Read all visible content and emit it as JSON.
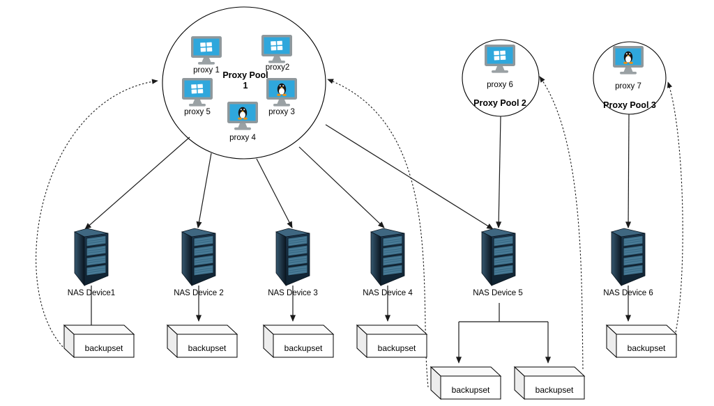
{
  "pools": [
    {
      "title": "Proxy Pool 1",
      "title_lines": [
        "Proxy Pool",
        "1"
      ],
      "proxies": [
        {
          "label": "proxy 1",
          "os": "windows"
        },
        {
          "label": "proxy2",
          "os": "windows"
        },
        {
          "label": "proxy 5",
          "os": "windows"
        },
        {
          "label": "proxy 3",
          "os": "linux"
        },
        {
          "label": "proxy 4",
          "os": "linux"
        }
      ]
    },
    {
      "title": "Proxy Pool 2",
      "proxies": [
        {
          "label": "proxy 6",
          "os": "windows"
        }
      ]
    },
    {
      "title": "Proxy Pool 3",
      "proxies": [
        {
          "label": "proxy 7",
          "os": "linux"
        }
      ]
    }
  ],
  "nas_devices": [
    {
      "label": "NAS Device1"
    },
    {
      "label": "NAS Device 2"
    },
    {
      "label": "NAS Device 3"
    },
    {
      "label": "NAS Device 4"
    },
    {
      "label": "NAS Device 5"
    },
    {
      "label": "NAS Device 6"
    }
  ],
  "backupsets": [
    {
      "label": "backupset",
      "attached_to": "NAS Device1"
    },
    {
      "label": "backupset",
      "attached_to": "NAS Device 2"
    },
    {
      "label": "backupset",
      "attached_to": "NAS Device 3"
    },
    {
      "label": "backupset",
      "attached_to": "NAS Device 4"
    },
    {
      "label": "backupset",
      "attached_to": "NAS Device 5"
    },
    {
      "label": "backupset",
      "attached_to": "NAS Device 5"
    },
    {
      "label": "backupset",
      "attached_to": "NAS Device 6"
    }
  ],
  "connections": {
    "solid_arrows": [
      "Proxy Pool 1 -> NAS Device1",
      "Proxy Pool 1 -> NAS Device 2",
      "Proxy Pool 1 -> NAS Device 3",
      "Proxy Pool 1 -> NAS Device 4",
      "Proxy Pool 1 -> NAS Device 5",
      "Proxy Pool 2 -> NAS Device 5",
      "Proxy Pool 3 -> NAS Device 6",
      "NAS Device1 -> backupset",
      "NAS Device 2 -> backupset",
      "NAS Device 3 -> backupset",
      "NAS Device 4 -> backupset",
      "NAS Device 5 -> backupset (left)",
      "NAS Device 5 -> backupset (right)",
      "NAS Device 6 -> backupset"
    ],
    "dashed_arrows": [
      "backupset (NAS Device1) -> Proxy Pool 1",
      "backupset (NAS Device 5 left) -> Proxy Pool 1",
      "backupset (NAS Device 5 right) -> Proxy Pool 2",
      "backupset (NAS Device 6) -> Proxy Pool 3"
    ]
  },
  "colors": {
    "background": "#ffffff",
    "line": "#1a1a1a",
    "monitor_gray": "#8f989c",
    "screen_blue": "#2fa7dc",
    "tux_orange": "#e8901a",
    "nas_dark": "#102433",
    "nas_light": "#3f6781",
    "backupset_fill": "#ffffff",
    "backupset_side": "#ededed"
  }
}
